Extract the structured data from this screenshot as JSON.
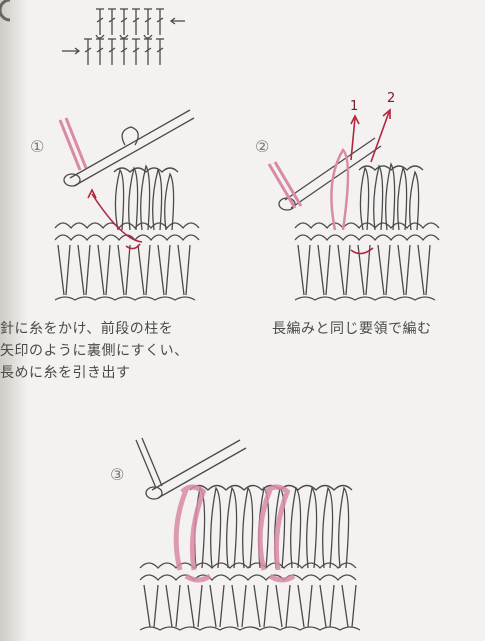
{
  "steps": [
    {
      "number": "①",
      "caption_lines": [
        "針に糸をかけ、前段の柱を",
        "矢印のように裏側にすくい、",
        "長めに糸を引き出す"
      ]
    },
    {
      "number": "②",
      "caption_lines": [
        "長編みと同じ要領で編む"
      ]
    },
    {
      "number": "③",
      "caption_lines": []
    }
  ],
  "arrow_labels": [
    "1",
    "2"
  ],
  "colors": {
    "highlight": "#e8a0b8",
    "arrow": "#b3263f",
    "line": "#4a4a4a",
    "background": "#f3f2f0"
  }
}
